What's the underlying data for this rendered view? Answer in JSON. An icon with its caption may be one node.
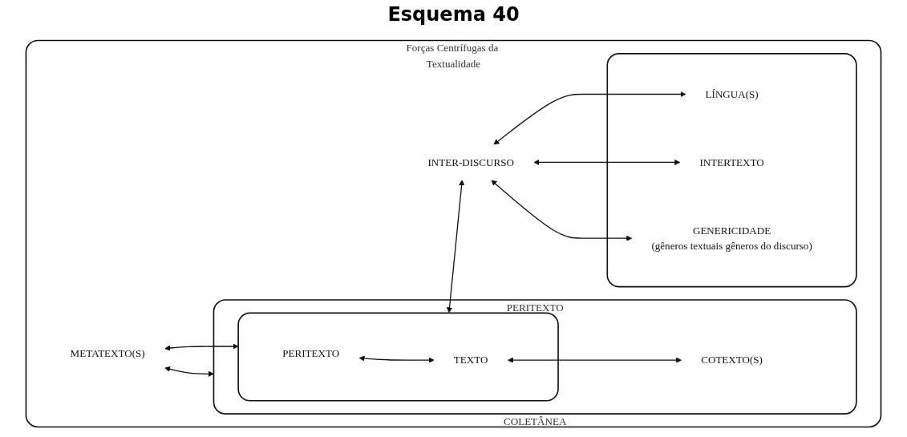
{
  "diagram": {
    "title": "Esquema 40",
    "nodes": [
      {
        "text": [
          "Forças Centrífugas da Textualidade"
        ]
      },
      {
        "text": [
          "METATEXTO(S)"
        ],
        "in": 0
      },
      {
        "text": [
          "PERITEXTO",
          "COLETÂNEA"
        ],
        "in": 0
      },
      {
        "text": [],
        "shape": "box",
        "in": 2
      },
      {
        "text": [
          "PERITEXTO"
        ],
        "in": 3
      },
      {
        "text": [
          "TEXTO"
        ],
        "in": 3
      },
      {
        "text": [
          "COTEXTO(S)"
        ],
        "in": 2
      },
      {
        "text": [
          "INTER-DISCURSO"
        ],
        "in": 0
      },
      {
        "text": [],
        "shape": "box",
        "in": 0
      },
      {
        "text": [
          "LÍNGUA(S)"
        ],
        "in": 8
      },
      {
        "text": [
          "INTERTEXTO"
        ],
        "in": 8
      },
      {
        "text": [
          "GENERICIDADE",
          "(gêneros textuais gêneros do discurso)"
        ],
        "in": 8
      }
    ],
    "edges": [
      {
        "from": 4,
        "to": 5,
        "arrow": "both"
      },
      {
        "from": 5,
        "to": 6,
        "arrow": "both"
      },
      {
        "from": 1,
        "to": 3,
        "arrow": "both"
      },
      {
        "from": 1,
        "to": 2,
        "arrow": "both"
      },
      {
        "from": 3,
        "to": 7,
        "arrow": "both"
      },
      {
        "from": 7,
        "to": 9,
        "arrow": "both"
      },
      {
        "from": 7,
        "to": 10,
        "arrow": "both"
      },
      {
        "from": 7,
        "to": 11,
        "arrow": "both"
      }
    ]
  }
}
